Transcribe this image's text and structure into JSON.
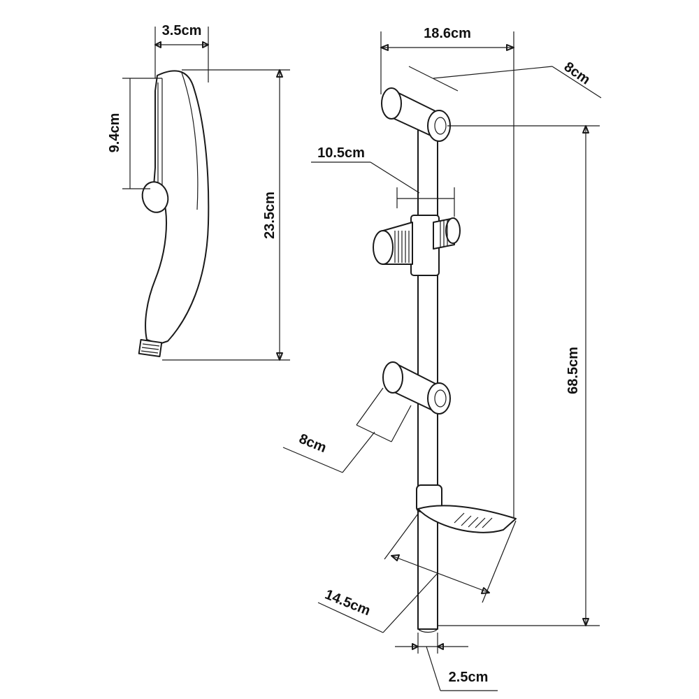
{
  "dimensions": {
    "handset_width": "3.5cm",
    "handset_head": "9.4cm",
    "handset_length": "23.5cm",
    "rail_span": "18.6cm",
    "top_bracket": "8cm",
    "slider_width": "10.5cm",
    "rail_height": "68.5cm",
    "lower_bracket": "8cm",
    "soap_dish": "14.5cm",
    "rail_diameter": "2.5cm"
  },
  "colors": {
    "line": "#1a1a1a",
    "background": "#ffffff"
  }
}
